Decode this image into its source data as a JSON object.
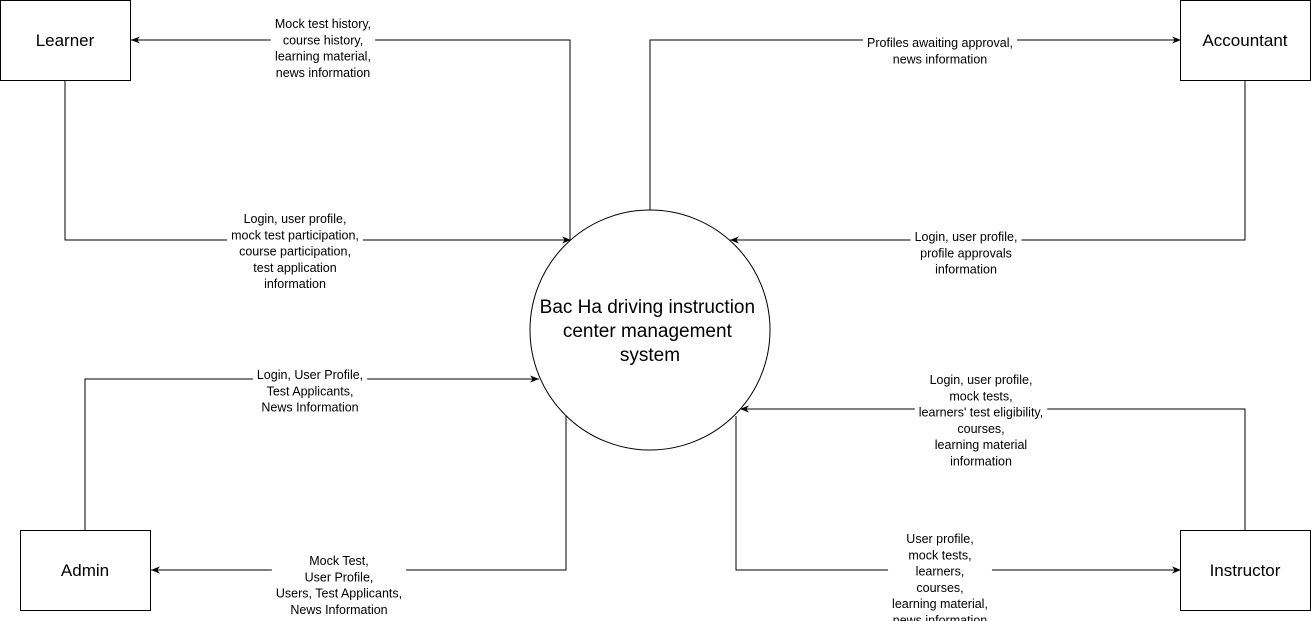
{
  "process": {
    "label_lines": [
      "Bac Ha driving instruction",
      "center management",
      "system"
    ]
  },
  "entities": {
    "learner": "Learner",
    "accountant": "Accountant",
    "admin": "Admin",
    "instructor": "Instructor"
  },
  "flows": {
    "to_learner": [
      "Mock test history,",
      "course history,",
      "learning material,",
      "news information"
    ],
    "from_learner": [
      "Login, user profile,",
      "mock test participation,",
      "course participation,",
      "test application",
      "information"
    ],
    "to_accountant": [
      "Profiles awaiting approval,",
      "news information"
    ],
    "from_accountant": [
      "Login, user profile,",
      "profile approvals",
      "information"
    ],
    "from_admin": [
      "Login, User Profile,",
      "Test Applicants,",
      "News Information"
    ],
    "to_admin": [
      "Mock Test,",
      "User Profile,",
      "Users, Test Applicants,",
      "News Information"
    ],
    "from_instructor": [
      "Login, user profile,",
      "mock tests,",
      "learners' test eligibility,",
      "courses,",
      "learning material",
      "information"
    ],
    "to_instructor": [
      "User profile,",
      "mock tests,",
      "learners,",
      "courses,",
      "learning material,",
      "news information"
    ]
  }
}
